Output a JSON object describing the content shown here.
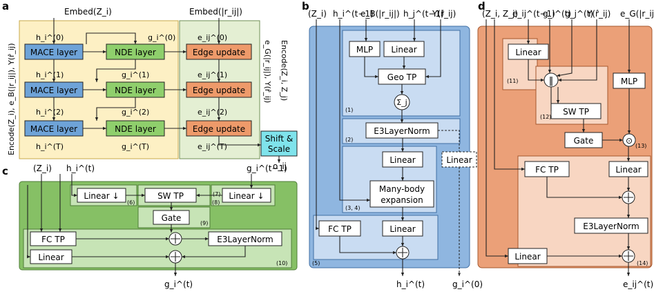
{
  "panels": {
    "a": {
      "letter": "a",
      "embed_z": "Embed(Z_i)",
      "embed_r": "Embed(|r_ij|)",
      "mace": "MACE layer",
      "nde": "NDE layer",
      "edge": "Edge update",
      "h0": "h_i^(0)",
      "h1": "h_i^(1)",
      "h2": "h_i^(2)",
      "hT": "h_i^(T)",
      "g0": "g_i^(0)",
      "g1": "g_i^(1)",
      "g2": "g_i^(2)",
      "gT": "g_i^(T)",
      "e0": "e_ij^(0)",
      "e1": "e_ij^(1)",
      "e2": "e_ij^(2)",
      "eT": "e_ij^(T)",
      "shift": "Shift &",
      "scale": "Scale",
      "oij": "o_ij",
      "left_encode": "Encode(Z_i), e_B(|r_ij|), Y(r̂_ij)",
      "right_encode": "Encode(Z_i, Z_j)",
      "right_encode2": "e_G(|r_ij|), Y(r̂_ij)"
    },
    "b": {
      "letter": "b",
      "inputs": [
        "(Z_i)",
        "h_i^(t−1)",
        "e_B(|r_ij|)",
        "h_j^(t−1)",
        "Y(r̂_ij)"
      ],
      "mlp": "MLP",
      "linear": "Linear",
      "geotp": "Geo TP",
      "sum": "Σ_j",
      "e3ln": "E3LayerNorm",
      "manybody1": "Many-body",
      "manybody2": "expansion",
      "fctp": "FC TP",
      "n1": "(1)",
      "n2": "(2)",
      "n34": "(3, 4)",
      "n5": "(5)",
      "out_h": "h_i^(t)",
      "out_g": "g_i^(0)"
    },
    "c": {
      "letter": "c",
      "inputs": [
        "(Z_i)",
        "h_i^(t)",
        "g_i^(t−1)"
      ],
      "linear_down": "Linear ↓",
      "swtp": "SW TP",
      "gate": "Gate",
      "fctp": "FC TP",
      "e3ln": "E3LayerNorm",
      "linear": "Linear",
      "n6": "(6)",
      "n7": "(7)",
      "n8": "(8)",
      "n9": "(9)",
      "n10": "(10)",
      "out": "g_i^(t)"
    },
    "d": {
      "letter": "d",
      "inputs": [
        "(Z_i, Z_j)",
        "e_ij^(t−1)",
        "g_i^(t)",
        "g_j^(t)",
        "Y(r̂_ij)",
        "e_G(|r_ij|)"
      ],
      "linear": "Linear",
      "concat": "‖",
      "mlp": "MLP",
      "swtp": "SW TP",
      "gate": "Gate",
      "dot": "⊙",
      "fctp": "FC TP",
      "e3ln": "E3LayerNorm",
      "n11": "(11)",
      "n12": "(12)",
      "n13": "(13)",
      "n14": "(14)",
      "out": "e_ij^(t)"
    }
  },
  "colors": {
    "mace": "#6ea3d8",
    "nde": "#8fcf6c",
    "edge": "#ee9a6a",
    "a_left_bg": "#fdf0c4",
    "a_right_bg": "#e4efd3",
    "b_bg": "#8fb6e0",
    "b_inner": "#c9dcf2",
    "c_bg": "#86c065",
    "c_inner": "#c7e4b6",
    "d_bg": "#eba078",
    "d_inner": "#f8d6c2",
    "shift": "#7fe3ec"
  }
}
